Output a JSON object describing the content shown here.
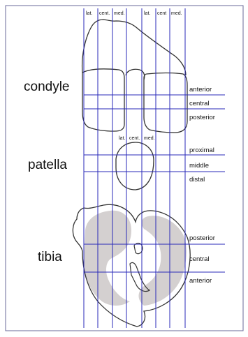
{
  "colors": {
    "grid_line": "#2a2ab8",
    "outline": "#333333",
    "cartilage_fill": "#d4d0d0",
    "frame": "#6a6a9a"
  },
  "column_labels_top": [
    "lat.",
    "cent.",
    "med.",
    "lat.",
    "cent",
    "med."
  ],
  "patella_column_labels": [
    "lat.",
    "cent.",
    "med."
  ],
  "structures": {
    "condyle": {
      "label": "condyle",
      "zones": [
        "anterior",
        "central",
        "posterior"
      ]
    },
    "patella": {
      "label": "patella",
      "zones": [
        "proximal",
        "middle",
        "distal"
      ]
    },
    "tibia": {
      "label": "tibia",
      "zones": [
        "posterior",
        "central",
        "anterior"
      ]
    }
  }
}
